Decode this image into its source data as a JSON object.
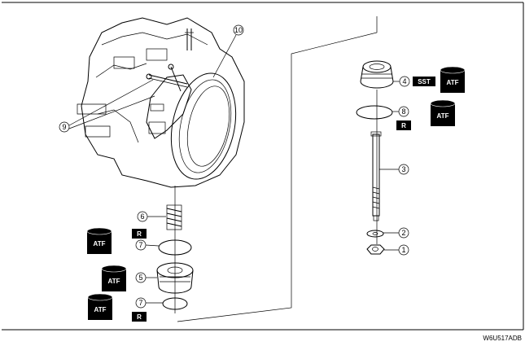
{
  "callouts": {
    "c1": "1",
    "c2": "2",
    "c3": "3",
    "c4": "4",
    "c5": "5",
    "c6": "6",
    "c7a": "7",
    "c7b": "7",
    "c8": "8",
    "c9": "9",
    "c10": "10"
  },
  "badges": {
    "sst": "SST",
    "atf": "ATF",
    "r": "R"
  },
  "figure_code": "W6U517ADB"
}
